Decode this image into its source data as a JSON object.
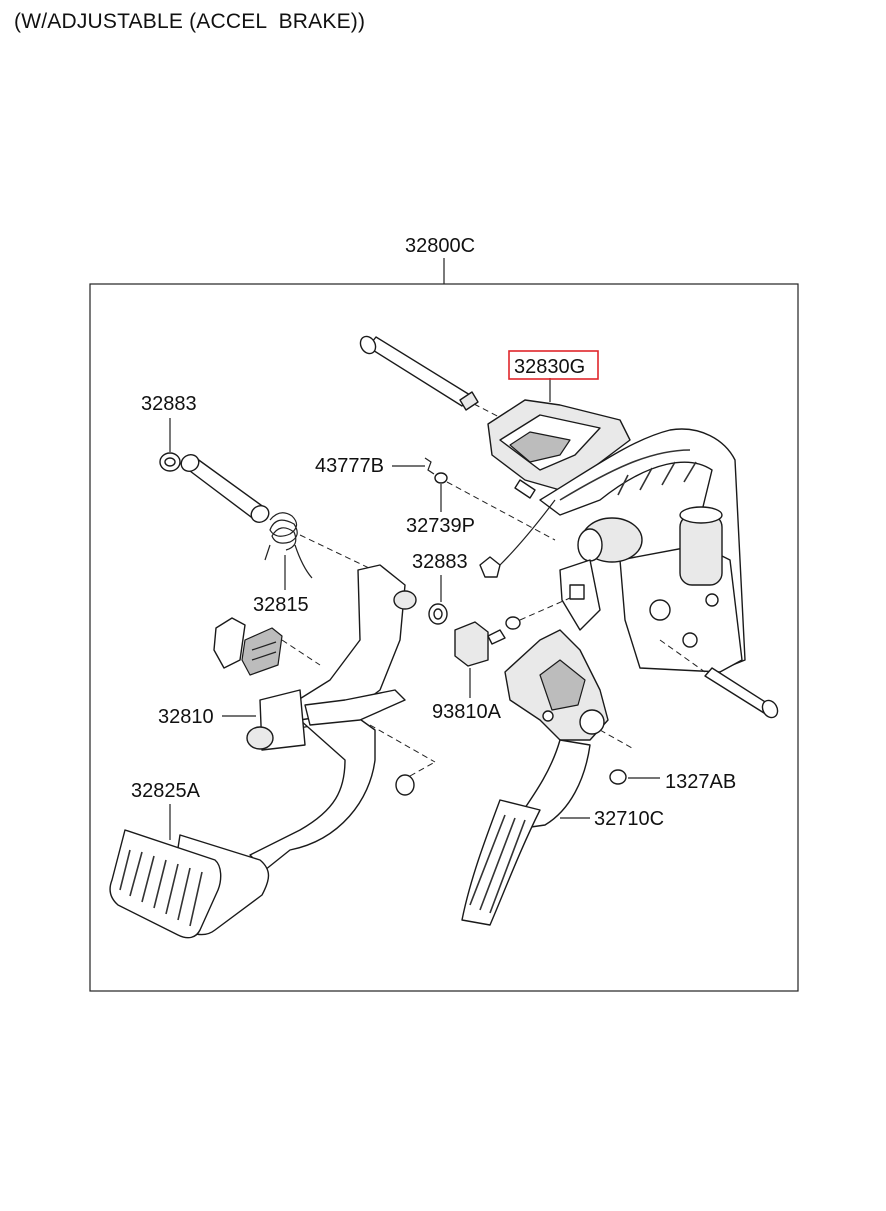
{
  "title": "(W/ADJUSTABLE (ACCEL  BRAKE))",
  "assembly": {
    "part_no": "32800C"
  },
  "parts": {
    "p32830G": "32830G",
    "p32883_a": "32883",
    "p43777B": "43777B",
    "p32739P": "32739P",
    "p32883_b": "32883",
    "p32815": "32815",
    "p93810A": "93810A",
    "p32810": "32810",
    "p1327AB": "1327AB",
    "p32825A": "32825A",
    "p32710C": "32710C"
  },
  "highlight_color": "#e0262b"
}
